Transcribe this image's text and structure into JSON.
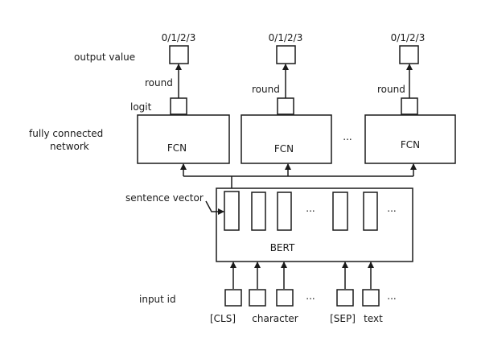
{
  "labels": {
    "output_value": "output value",
    "round": "round",
    "logit": "logit",
    "fcn_section_line1": "fully connected",
    "fcn_section_line2": "network",
    "sentence_vector": "sentence vector",
    "input_id": "input id"
  },
  "outputs": [
    "0/1/2/3",
    "0/1/2/3",
    "0/1/2/3"
  ],
  "fcn": {
    "label": "FCN",
    "ellipsis": "..."
  },
  "bert": {
    "label": "BERT",
    "ellipsis": "..."
  },
  "inputs": {
    "tokens": [
      "[CLS]",
      "character",
      "[SEP]",
      "text"
    ],
    "ellipsis": "..."
  }
}
